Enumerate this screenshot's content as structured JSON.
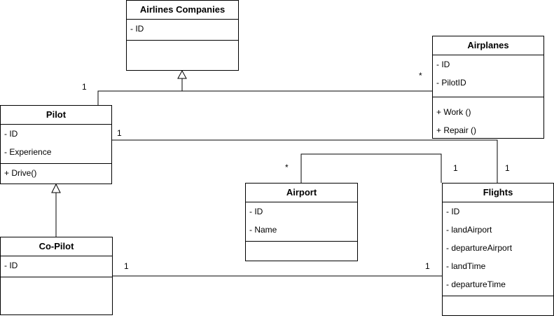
{
  "classes": {
    "airlines": {
      "name": "Airlines Companies",
      "attributes": [
        "- ID"
      ],
      "operations": []
    },
    "airplanes": {
      "name": "Airplanes",
      "attributes": [
        "- ID",
        "- PilotID"
      ],
      "operations": [
        "+ Work ()",
        "+ Repair ()"
      ]
    },
    "pilot": {
      "name": "Pilot",
      "attributes": [
        "- ID",
        "- Experience"
      ],
      "operations": [
        "+ Drive()"
      ]
    },
    "copilot": {
      "name": "Co-Pilot",
      "attributes": [
        "- ID"
      ],
      "operations": []
    },
    "airport": {
      "name": "Airport",
      "attributes": [
        "- ID",
        "- Name"
      ],
      "operations": []
    },
    "flights": {
      "name": "Flights",
      "attributes": [
        "- ID",
        "- landAirport",
        "- departureAirport",
        "- landTime",
        "- departureTime"
      ],
      "operations": []
    }
  },
  "multiplicities": {
    "pilot_to_airlines": "1",
    "airplanes_to_airlines": "*",
    "pilot_to_flights": "1",
    "airport_side": "*",
    "flights_airport_side": "1",
    "flights_pilot_side": "1",
    "copilot_to_flights": "1",
    "flights_copilot_side": "1"
  }
}
